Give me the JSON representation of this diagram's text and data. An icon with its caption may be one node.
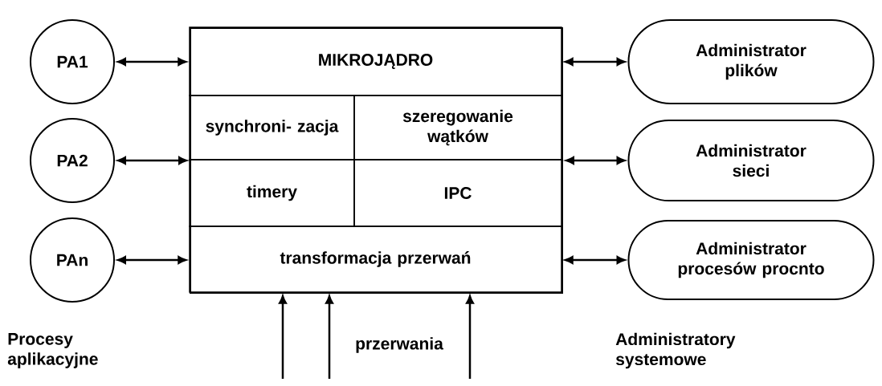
{
  "diagram": {
    "nodes": [
      {
        "text": [
          "PA1"
        ]
      },
      {
        "text": [
          "PA2"
        ]
      },
      {
        "text": [
          "PAn"
        ]
      },
      {
        "text": [],
        "shape": "box"
      },
      {
        "text": [
          "MIKROJĄDRO"
        ],
        "in": 3
      },
      {
        "text": [
          "synchroni- zacja"
        ],
        "in": 3
      },
      {
        "text": [
          "szeregowanie wątków"
        ],
        "in": 3
      },
      {
        "text": [
          "timery"
        ],
        "in": 3
      },
      {
        "text": [
          "IPC"
        ],
        "in": 3
      },
      {
        "text": [
          "transformacja przerwań"
        ],
        "in": 3
      },
      {
        "text": [
          "Administrator plików"
        ]
      },
      {
        "text": [
          "Administrator sieci"
        ]
      },
      {
        "text": [
          "Administrator procesów procnto"
        ]
      }
    ],
    "edges": [
      {
        "from": 0,
        "to": 4,
        "arrow": "both"
      },
      {
        "from": 1,
        "to": 3,
        "arrow": "both"
      },
      {
        "from": 2,
        "to": 9,
        "arrow": "both"
      },
      {
        "from": 10,
        "to": 4,
        "arrow": "both"
      },
      {
        "from": 11,
        "to": 3,
        "arrow": "both"
      },
      {
        "from": 12,
        "to": 9,
        "arrow": "both"
      },
      {
        "from": null,
        "to": 9,
        "arrow": "to"
      },
      {
        "from": null,
        "to": 9,
        "arrow": "to"
      },
      {
        "from": null,
        "to": 9,
        "arrow": "to"
      }
    ],
    "labels": [
      "Procesy aplikacyjne",
      "przerwania",
      "Administratory systemowe"
    ]
  }
}
